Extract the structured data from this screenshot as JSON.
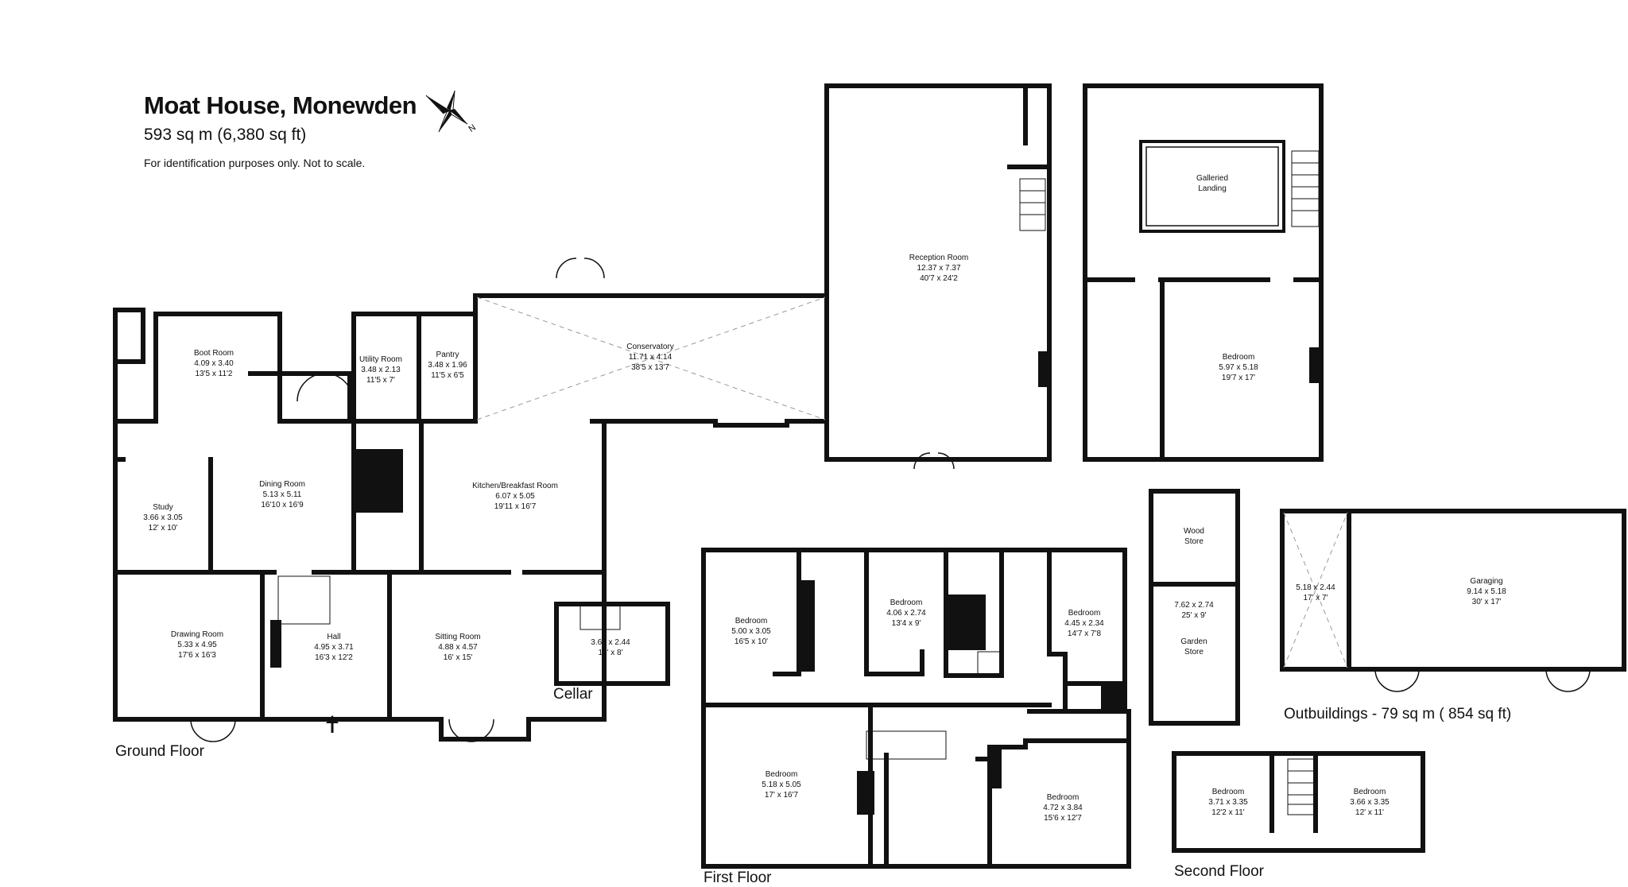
{
  "header": {
    "title": "Moat House, Monewden",
    "area": "593 sq m (6,380 sq ft)",
    "note": "For identification purposes only. Not to scale.",
    "compass_letter": "N"
  },
  "floor_labels": {
    "ground": "Ground Floor",
    "cellar": "Cellar",
    "first": "First Floor",
    "second": "Second Floor",
    "outbuildings": "Outbuildings - 79 sq m ( 854 sq ft)"
  },
  "rooms": {
    "boot_room": {
      "name": "Boot Room",
      "metric": "4.09 x 3.40",
      "imperial": "13'5 x 11'2"
    },
    "utility_room": {
      "name": "Utility Room",
      "metric": "3.48 x 2.13",
      "imperial": "11'5 x 7'"
    },
    "pantry": {
      "name": "Pantry",
      "metric": "3.48 x 1.96",
      "imperial": "11'5 x 6'5"
    },
    "conservatory": {
      "name": "Conservatory",
      "metric": "11.71 x 4.14",
      "imperial": "38'5 x 13'7"
    },
    "reception_room": {
      "name": "Reception Room",
      "metric": "12.37 x 7.37",
      "imperial": "40'7 x 24'2"
    },
    "galleried_landing": {
      "name": "Galleried",
      "name2": "Landing"
    },
    "bedroom_upper": {
      "name": "Bedroom",
      "metric": "5.97 x 5.18",
      "imperial": "19'7 x 17'"
    },
    "dining_room": {
      "name": "Dining Room",
      "metric": "5.13 x 5.11",
      "imperial": "16'10 x 16'9"
    },
    "kitchen": {
      "name": "Kitchen/Breakfast Room",
      "metric": "6.07 x 5.05",
      "imperial": "19'11 x 16'7"
    },
    "study": {
      "name": "Study",
      "metric": "3.66 x 3.05",
      "imperial": "12' x 10'"
    },
    "drawing_room": {
      "name": "Drawing Room",
      "metric": "5.33 x 4.95",
      "imperial": "17'6 x 16'3"
    },
    "hall": {
      "name": "Hall",
      "metric": "4.95 x 3.71",
      "imperial": "16'3 x 12'2"
    },
    "sitting_room": {
      "name": "Sitting Room",
      "metric": "4.88 x 4.57",
      "imperial": "16' x 15'"
    },
    "cellar": {
      "metric": "3.66 x 2.44",
      "imperial": "12' x 8'"
    },
    "ff_bedroom_1": {
      "name": "Bedroom",
      "metric": "5.00 x 3.05",
      "imperial": "16'5 x 10'"
    },
    "ff_bedroom_2": {
      "name": "Bedroom",
      "metric": "4.06 x 2.74",
      "imperial": "13'4 x 9'"
    },
    "ff_bedroom_3": {
      "name": "Bedroom",
      "metric": "4.45 x 2.34",
      "imperial": "14'7 x 7'8"
    },
    "ff_bedroom_4": {
      "name": "Bedroom",
      "metric": "5.18 x 5.05",
      "imperial": "17' x 16'7"
    },
    "ff_bedroom_5": {
      "name": "Bedroom",
      "metric": "4.72 x 3.84",
      "imperial": "15'6 x 12'7"
    },
    "wood_store": {
      "name": "Wood",
      "name2": "Store"
    },
    "garden_store": {
      "metric": "7.62 x 2.74",
      "imperial": "25' x 9'",
      "name": "Garden",
      "name2": "Store"
    },
    "carport": {
      "metric": "5.18 x 2.44",
      "imperial": "17' x 7'"
    },
    "garaging": {
      "name": "Garaging",
      "metric": "9.14 x 5.18",
      "imperial": "30' x 17'"
    },
    "sf_bedroom_1": {
      "name": "Bedroom",
      "metric": "3.71 x 3.35",
      "imperial": "12'2 x 11'"
    },
    "sf_bedroom_2": {
      "name": "Bedroom",
      "metric": "3.66 x 3.35",
      "imperial": "12' x 11'"
    }
  }
}
